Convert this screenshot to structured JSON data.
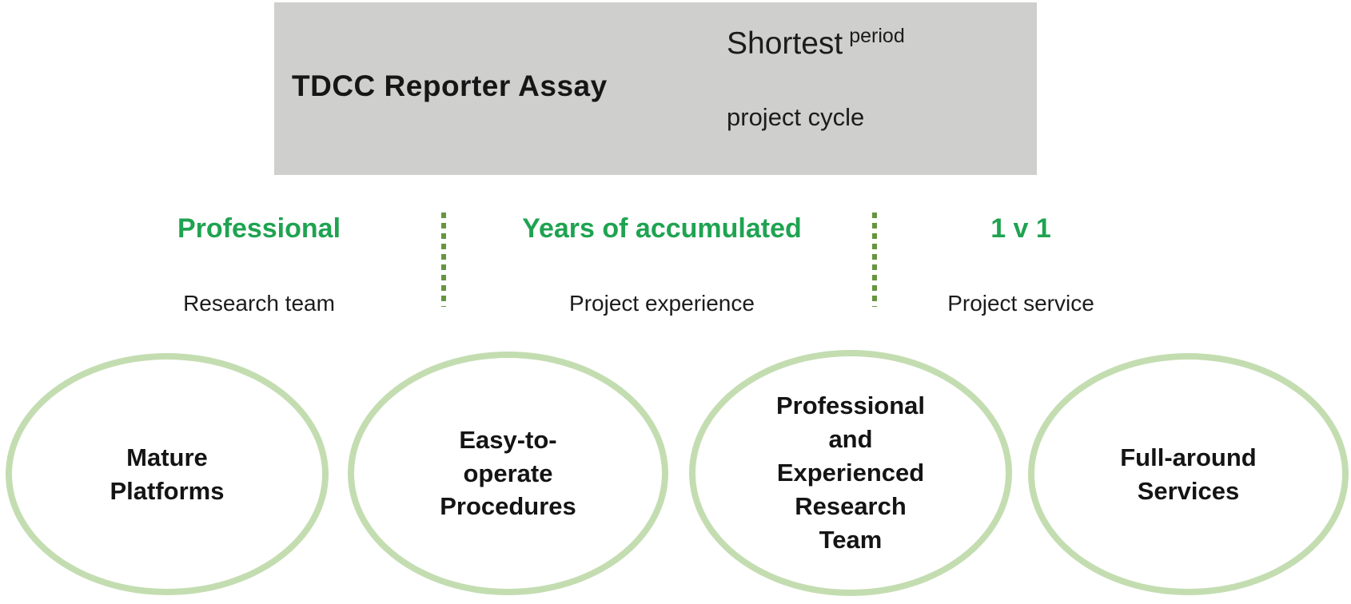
{
  "header": {
    "title": "TDCC Reporter Assay",
    "highlight_main": "Shortest",
    "highlight_sup": "period",
    "highlight_sub": "project cycle"
  },
  "features": [
    {
      "heading": "Professional",
      "subtitle": "Research team"
    },
    {
      "heading": "Years of accumulated",
      "subtitle": "Project experience"
    },
    {
      "heading": "1 v 1",
      "subtitle": "Project service"
    }
  ],
  "ellipses": [
    {
      "label": "Mature\nPlatforms"
    },
    {
      "label": "Easy-to-\noperate\nProcedures"
    },
    {
      "label": "Professional\nand\nExperienced\nResearch\nTeam"
    },
    {
      "label": "Full-around\nServices"
    }
  ],
  "colors": {
    "header_bg": "#cfcfce",
    "accent_green": "#1fa351",
    "divider_green": "#669540",
    "ellipse_border": "#c3ddb1",
    "text_dark": "#1a1a1a"
  }
}
